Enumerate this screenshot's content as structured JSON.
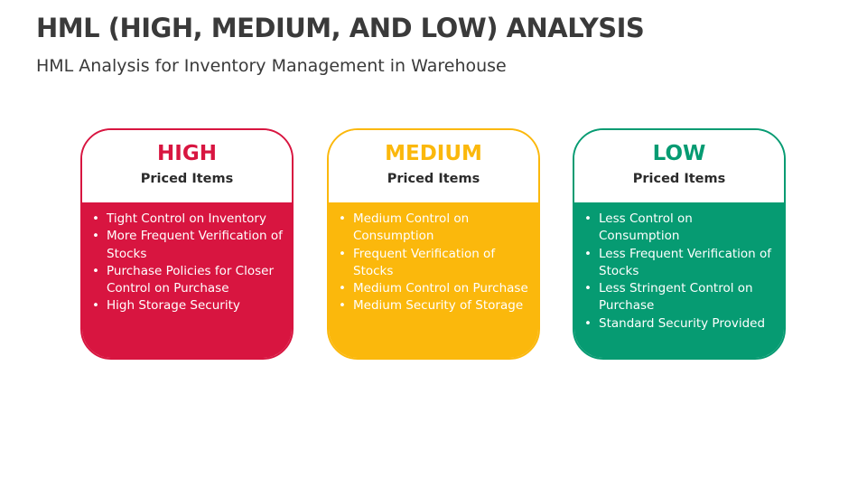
{
  "header": {
    "title": "HML (HIGH, MEDIUM, AND LOW) ANALYSIS",
    "subtitle": "HML Analysis for Inventory Management in Warehouse"
  },
  "colors": {
    "high": "#d81540",
    "medium": "#fbb80c",
    "low": "#069b72",
    "text_dark": "#3a3a3a"
  },
  "cards": [
    {
      "title": "HIGH",
      "subtitle": "Priced Items",
      "items": [
        "Tight Control on Inventory",
        "More Frequent Verification of Stocks",
        "Purchase Policies for Closer Control on Purchase",
        "High Storage Security"
      ]
    },
    {
      "title": "MEDIUM",
      "subtitle": "Priced Items",
      "items": [
        "Medium Control on Consumption",
        "Frequent Verification of Stocks",
        "Medium Control on Purchase",
        "Medium Security of Storage"
      ]
    },
    {
      "title": "LOW",
      "subtitle": "Priced Items",
      "items": [
        "Less Control on Consumption",
        "Less Frequent Verification of Stocks",
        "Less Stringent Control on Purchase",
        "Standard Security Provided"
      ]
    }
  ]
}
